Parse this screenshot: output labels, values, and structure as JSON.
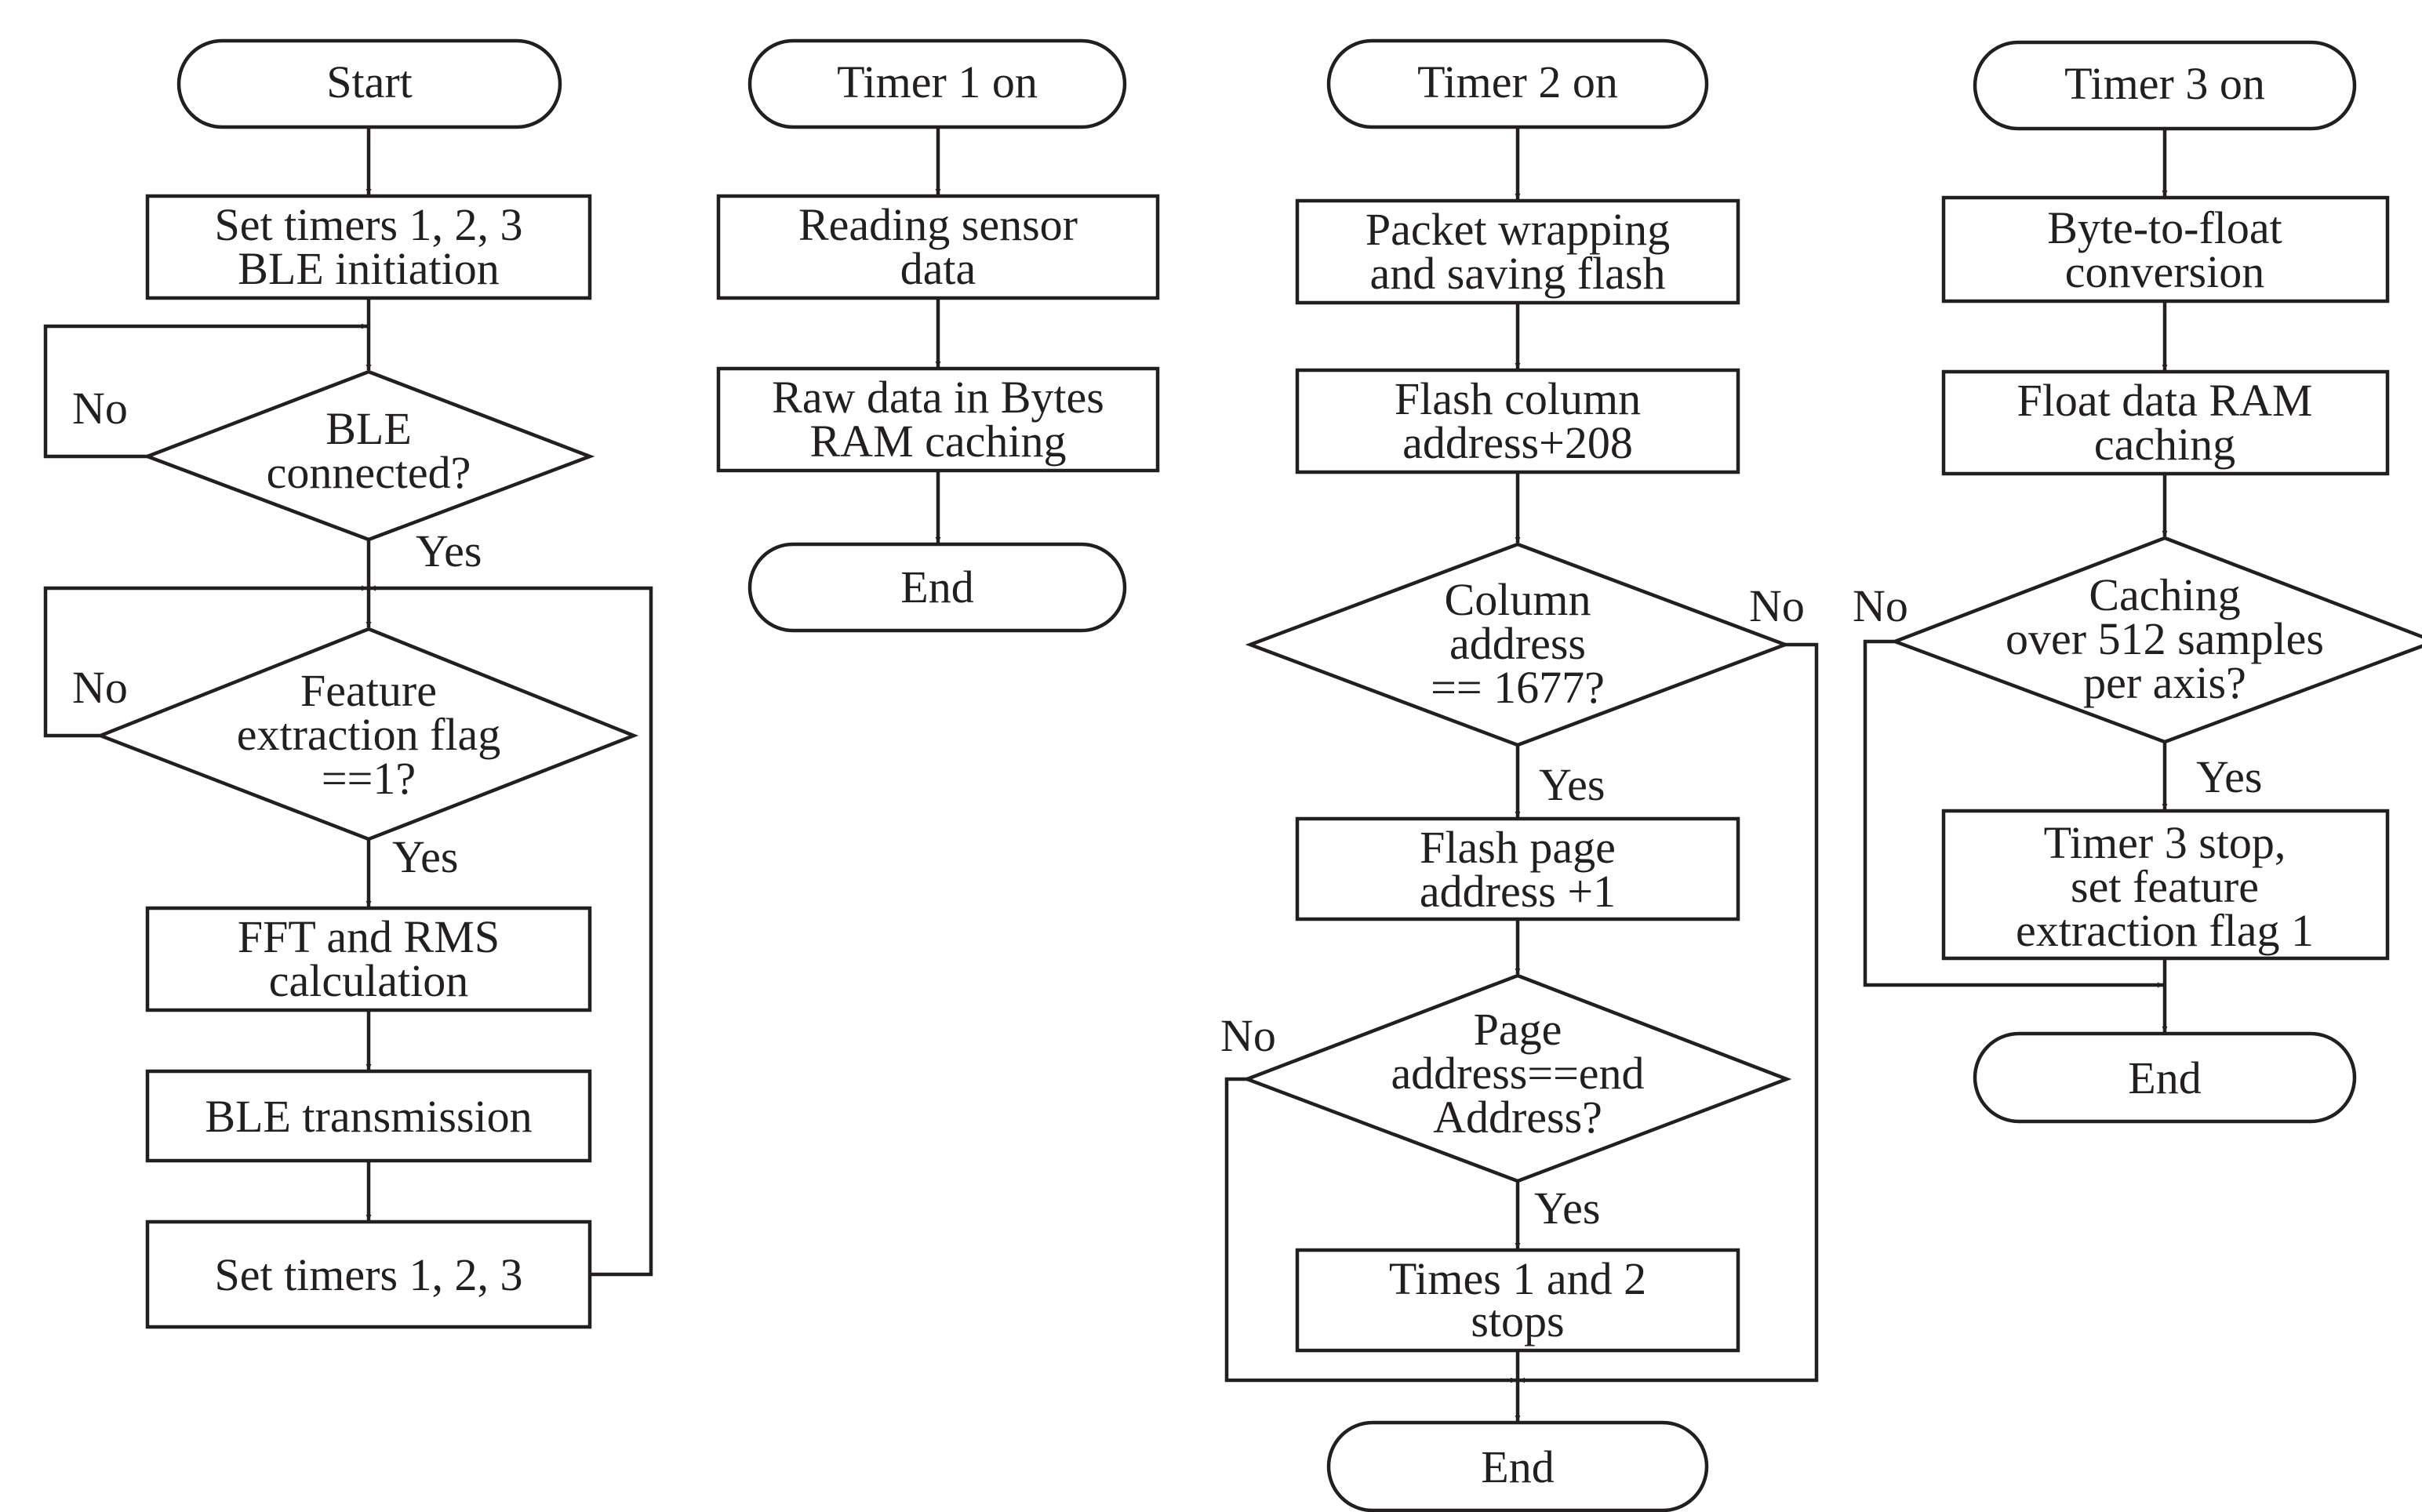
{
  "flowchart_main": {
    "start": "Start",
    "set_timers": [
      "Set timers 1, 2, 3",
      "BLE initiation"
    ],
    "ble_connected": [
      "BLE",
      "connected?"
    ],
    "feature_flag": [
      "Feature",
      "extraction flag",
      "==1?"
    ],
    "fft_rms": [
      "FFT and RMS",
      "calculation"
    ],
    "ble_transmission": "BLE transmission",
    "set_timers_loop": "Set timers 1, 2, 3",
    "no": "No",
    "yes": "Yes"
  },
  "flowchart_timer1": {
    "start": "Timer 1 on",
    "reading": [
      "Reading sensor",
      "data"
    ],
    "raw_data": [
      "Raw data in Bytes",
      "RAM caching"
    ],
    "end": "End"
  },
  "flowchart_timer2": {
    "start": "Timer 2 on",
    "packet": [
      "Packet wrapping",
      "and saving flash"
    ],
    "flash_column": [
      "Flash column",
      "address+208"
    ],
    "column_check": [
      "Column",
      "address",
      "== 1677?"
    ],
    "flash_page": [
      "Flash page",
      "address +1"
    ],
    "page_check": [
      "Page",
      "address==end",
      "Address?"
    ],
    "stops": [
      "Times 1 and 2",
      "stops"
    ],
    "end": "End",
    "no": "No",
    "yes": "Yes"
  },
  "flowchart_timer3": {
    "start": "Timer 3 on",
    "conversion": [
      "Byte-to-float",
      "conversion"
    ],
    "float_cache": [
      "Float data RAM",
      "caching"
    ],
    "caching_check": [
      "Caching",
      "over 512 samples",
      "per axis?"
    ],
    "timer_stop": [
      "Timer 3 stop,",
      "set feature",
      "extraction flag 1"
    ],
    "end": "End",
    "no": "No",
    "yes": "Yes"
  }
}
